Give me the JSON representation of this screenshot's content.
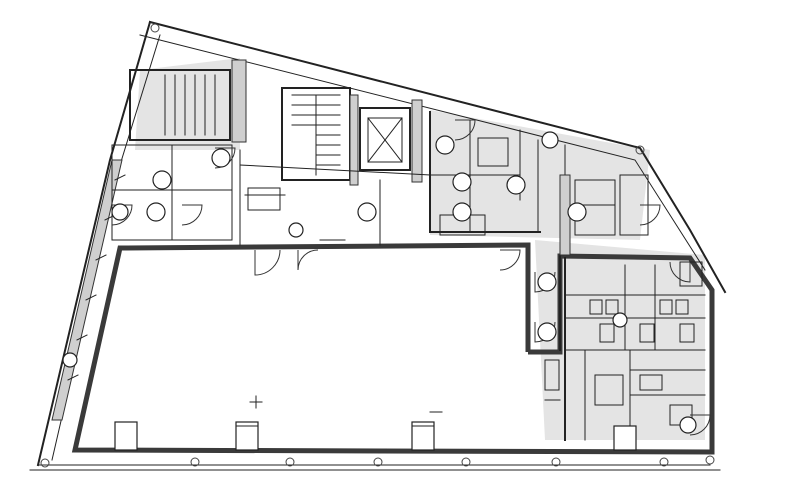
{
  "plan": {
    "kind": "architectural-floor-plan",
    "colors": {
      "background": "#ffffff",
      "linework": "#222222",
      "outer_wall": "#3a3a3a",
      "hatch_fill": "#cfcfcf"
    },
    "rooms": [
      "main-open-hall",
      "stair-core-west",
      "stair-core-center",
      "elevator-shaft",
      "restroom-block-east",
      "service-rooms-north",
      "corridor-north"
    ],
    "icons": [
      "door-swing-icon",
      "column-marker-icon",
      "fixture-circle-icon"
    ]
  }
}
